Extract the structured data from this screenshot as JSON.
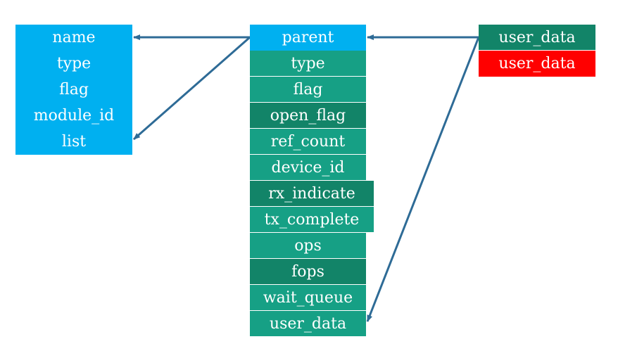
{
  "object_struct": {
    "fields": [
      "name",
      "type",
      "flag",
      "module_id",
      "list"
    ],
    "fill": "#00b0f0"
  },
  "device_struct": {
    "fields": [
      {
        "label": "parent",
        "fill": "#00b0f0"
      },
      {
        "label": "type",
        "fill": "#16a085"
      },
      {
        "label": "flag",
        "fill": "#16a085"
      },
      {
        "label": "open_flag",
        "fill": "#128468"
      },
      {
        "label": "ref_count",
        "fill": "#16a085"
      },
      {
        "label": "device_id",
        "fill": "#16a085"
      },
      {
        "label": "rx_indicate",
        "fill": "#128468"
      },
      {
        "label": "tx_complete",
        "fill": "#16a085"
      },
      {
        "label": "ops",
        "fill": "#16a085"
      },
      {
        "label": "fops",
        "fill": "#128468"
      },
      {
        "label": "wait_queue",
        "fill": "#16a085"
      },
      {
        "label": "user_data",
        "fill": "#16a085"
      }
    ]
  },
  "derived_struct": {
    "fields": [
      {
        "label": "user_data",
        "fill": "#128468"
      },
      {
        "label": "user_data",
        "fill": "#ff0000"
      }
    ]
  },
  "connectors": {
    "color": "#2e6b96"
  }
}
